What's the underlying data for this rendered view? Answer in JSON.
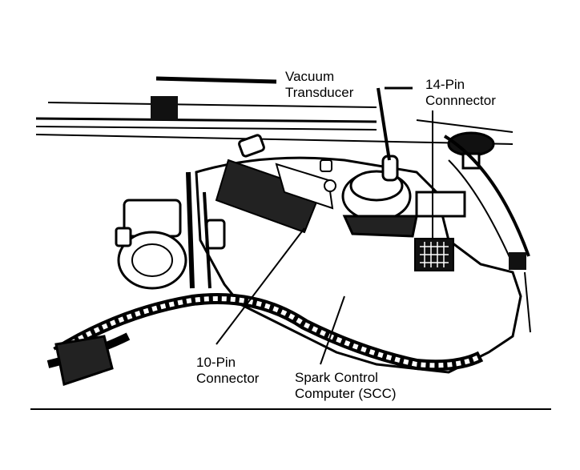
{
  "labels": {
    "vacuum_transducer": [
      "Vacuum",
      "Transducer"
    ],
    "pin14_connector": [
      "14-Pin",
      "Connnector"
    ],
    "pin10_connector": [
      "10-Pin",
      "Connector"
    ],
    "scc": [
      "Spark Control",
      "Computer (SCC)"
    ]
  },
  "colors": {
    "ink": "#000000",
    "paper": "#ffffff"
  }
}
